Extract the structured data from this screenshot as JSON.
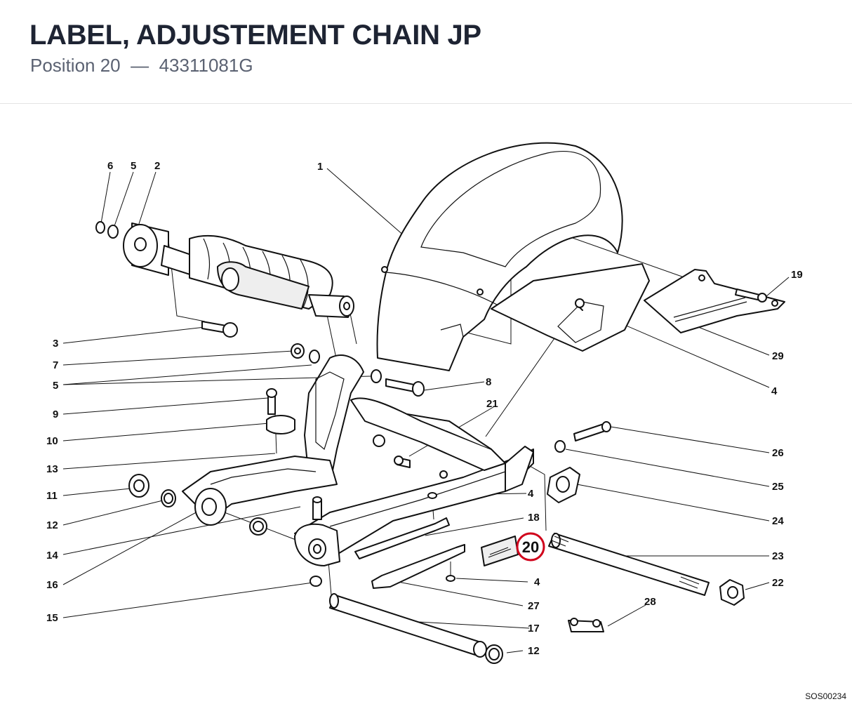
{
  "header": {
    "title": "LABEL, ADJUSTEMENT CHAIN JP",
    "position_label": "Position 20",
    "separator": "—",
    "part_number": "43311081G"
  },
  "diagram": {
    "drawing_code": "SOS00234",
    "highlighted_callout": "20",
    "highlight_color": "#d0021b",
    "callouts": [
      "1",
      "2",
      "3",
      "4",
      "5",
      "6",
      "7",
      "8",
      "9",
      "10",
      "11",
      "12",
      "13",
      "14",
      "15",
      "16",
      "17",
      "18",
      "19",
      "20",
      "21",
      "22",
      "23",
      "24",
      "25",
      "26",
      "27",
      "28",
      "29"
    ]
  }
}
